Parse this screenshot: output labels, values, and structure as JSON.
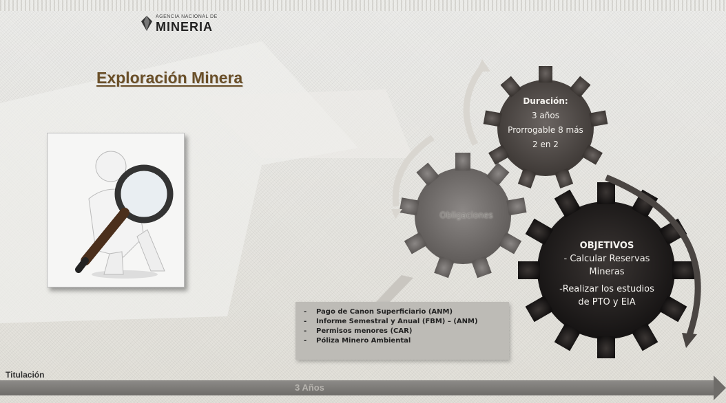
{
  "logo": {
    "small_text": "AGENCIA NACIONAL DE",
    "big_text": "MINERIA"
  },
  "title": "Exploración Minera",
  "gears": {
    "duration": {
      "heading": "Duración:",
      "lines": [
        "3 años",
        "Prorrogable 8 más",
        "2 en 2"
      ]
    },
    "obligations": {
      "label": "Obligaciones"
    },
    "objectives": {
      "heading": "OBJETIVOS",
      "lines": [
        "- Calcular Reservas",
        "Mineras",
        "-Realizar los estudios",
        "de PTO y EIA"
      ]
    }
  },
  "obligations_list": [
    "Pago de Canon Superficiario (ANM)",
    "Informe Semestral y Anual (FBM) – (ANM)",
    "Permisos menores (CAR)",
    "Póliza Minero Ambiental"
  ],
  "timeline": {
    "left_label": "Titulación",
    "bar_label": "3 Años"
  },
  "colors": {
    "title": "#6a4f28",
    "gear_top": "#4a4542",
    "gear_left": "#6f6b69",
    "gear_right": "#221f1e",
    "arrows": "#d9d6d0",
    "timeline": "#7d7b78"
  }
}
